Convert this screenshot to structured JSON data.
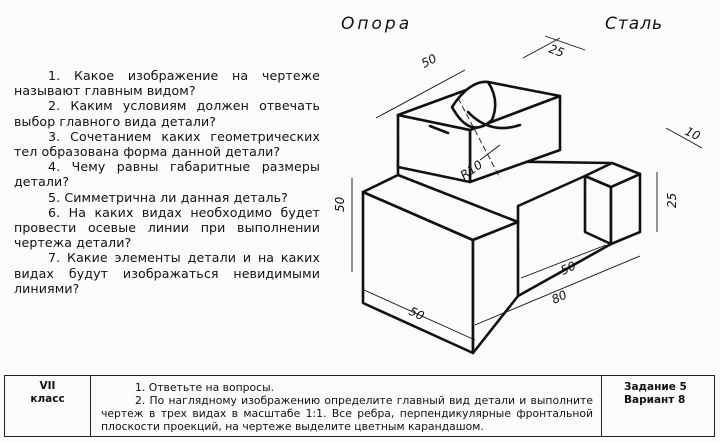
{
  "header": {
    "part_name": "Опора",
    "material": "Сталь"
  },
  "questions": [
    "1. Какое изображение на чертеже называют главным видом?",
    "2. Каким условиям должен отвечать выбор главного вида детали?",
    "3. Сочетанием каких геометрических тел образована форма данной детали?",
    "4. Чему равны габаритные размеры детали?",
    "5. Симметрична ли данная деталь?",
    "6. На каких видах необходимо будет провести осевые линии при выполнении чертежа детали?",
    "7. Какие элементы детали и на каких видах будут изображаться невидимыми линиями?"
  ],
  "dimensions": {
    "top_length": "50",
    "top_width": "25",
    "radius": "R10",
    "right_thickness": "10",
    "right_height": "25",
    "left_height": "50",
    "front_width": "50",
    "step_length": "50",
    "total_length": "80"
  },
  "footer": {
    "grade": "VII",
    "grade_word": "класс",
    "task_1": "1. Ответьте на вопросы.",
    "task_2": "2. По наглядному изображению определите главный вид детали и выполните чертеж в трех видах в масштабе 1:1. Все ребра, перпендикулярные фронтальной плоскости проекций, на чертеже выделите цветным карандашом.",
    "assignment": "Задание 5",
    "variant": "Вариант 8"
  }
}
